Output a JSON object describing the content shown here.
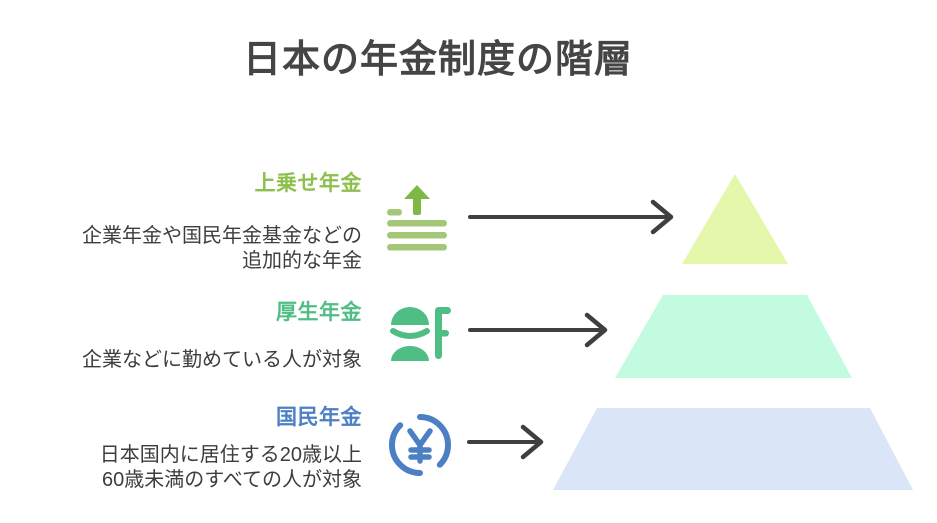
{
  "title": "日本の年金制度の階層",
  "sections": [
    {
      "label": "上乗せ年金",
      "label_color": "#8dbf4d",
      "description_lines": [
        "企業年金や国民年金基金などの",
        "追加的な年金"
      ],
      "icon": "stack-up-icon",
      "icon_color": "#7fb845",
      "layer_color": "#e4f7ab"
    },
    {
      "label": "厚生年金",
      "label_color": "#4fbe85",
      "description_lines": [
        "企業などに勤めている人が対象"
      ],
      "icon": "worker-helmet-icon",
      "icon_color": "#4fbe85",
      "layer_color": "#c2fbe0"
    },
    {
      "label": "国民年金",
      "label_color": "#4c7fc4",
      "description_lines": [
        "日本国内に居住する20歳以上",
        "60歳未満のすべての人が対象"
      ],
      "icon": "yen-coin-icon",
      "icon_color": "#4c7fc4",
      "layer_color": "#dbe5f8"
    }
  ],
  "pyramid": {
    "levels_top_to_bottom": [
      "上乗せ年金",
      "厚生年金",
      "国民年金"
    ]
  },
  "colors": {
    "title_text": "#454545",
    "body_text": "#3d3d3d",
    "arrow": "#3f3f3f",
    "background": "#ffffff"
  }
}
